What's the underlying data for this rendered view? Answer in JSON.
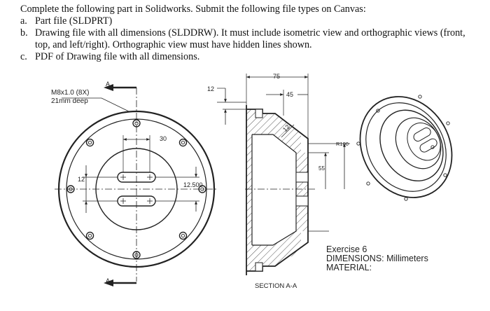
{
  "instructions": {
    "intro": "Complete the following part in Solidworks. Submit the following file types on Canvas:",
    "items": [
      {
        "marker": "a.",
        "lines": [
          "Part file (SLDPRT)"
        ]
      },
      {
        "marker": "b.",
        "lines": [
          "Drawing file with all dimensions (SLDDRW). It must include isometric view and orthographic views (front,",
          "top, and left/right). Orthographic view must have hidden lines shown."
        ]
      },
      {
        "marker": "c.",
        "lines": [
          "PDF of Drawing file with all dimensions."
        ]
      }
    ]
  },
  "drawing": {
    "hole_callout": [
      "M8x1.0 (8X)",
      "21mm deep"
    ],
    "section_marker": "A",
    "section_marker_bottom": "A",
    "dims": {
      "slot_spacing": "30",
      "slot_offset": "12",
      "slot_length": "12.500",
      "lip_height": "12",
      "overall_depth": "75",
      "inner_depth": "45",
      "chamfer": "12",
      "outer_radius": "R100",
      "inner_height": "55"
    },
    "section_label": "SECTION A-A",
    "title_block": {
      "exercise": "Exercise 6",
      "dimensions": "DIMENSIONS: Millimeters",
      "material": "MATERIAL:"
    }
  }
}
